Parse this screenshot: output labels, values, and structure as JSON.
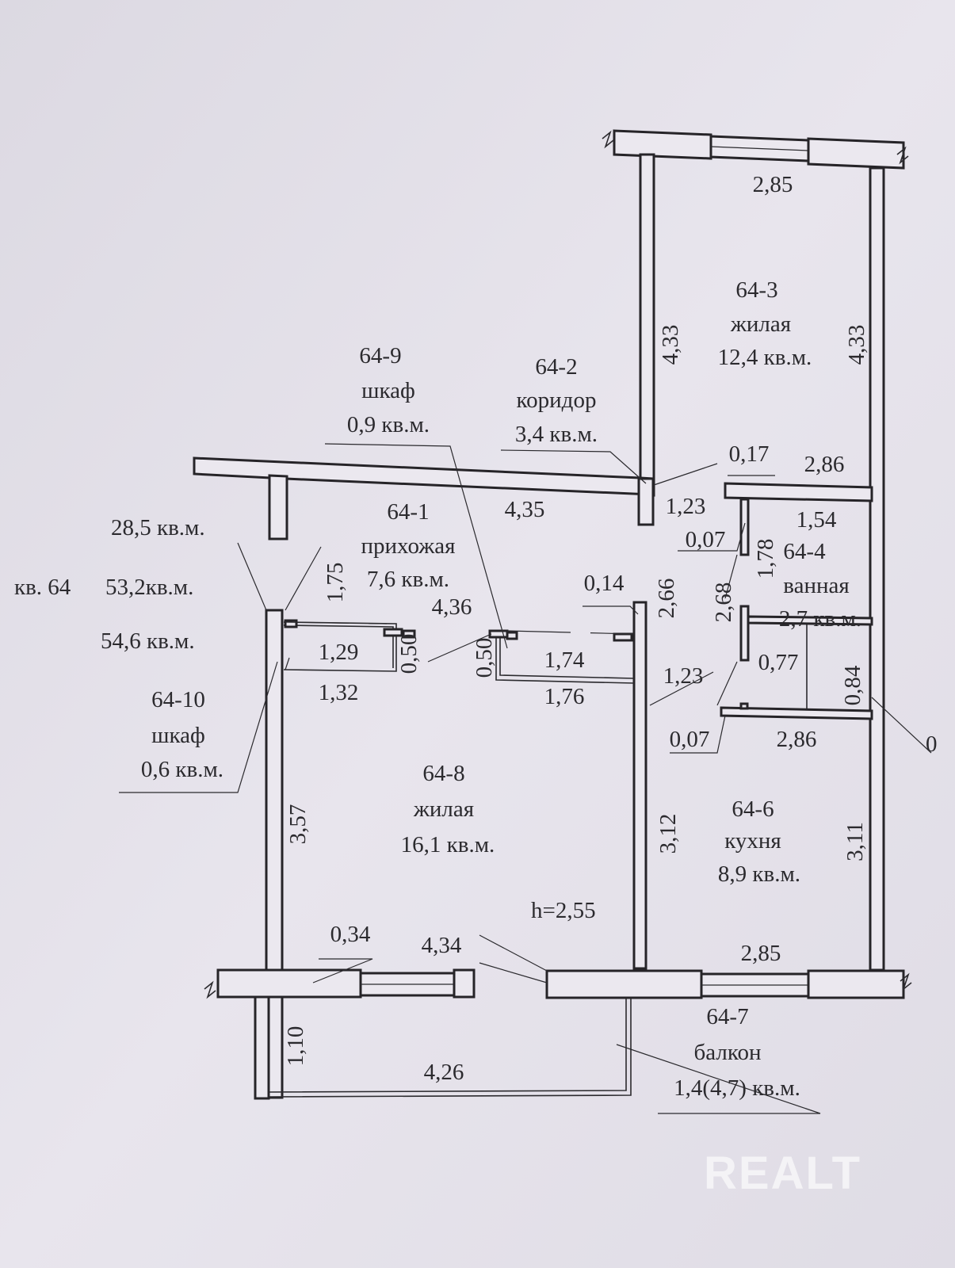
{
  "summary": {
    "apartment": "кв. 64",
    "living_area": "28,5 кв.м.",
    "total_area": "53,2кв.м.",
    "total_with_balcony": "54,6 кв.м."
  },
  "ceiling_height": "h=2,55",
  "rooms": [
    {
      "id": "64-3",
      "name": "жилая",
      "area": "12,4 кв.м."
    },
    {
      "id": "64-9",
      "name": "шкаф",
      "area": "0,9 кв.м."
    },
    {
      "id": "64-2",
      "name": "коридор",
      "area": "3,4 кв.м."
    },
    {
      "id": "64-1",
      "name": "прихожая",
      "area": "7,6 кв.м."
    },
    {
      "id": "64-4",
      "name": "ванная",
      "area": "2,7 кв.м."
    },
    {
      "id": "64-10",
      "name": "шкаф",
      "area": "0,6 кв.м."
    },
    {
      "id": "64-8",
      "name": "жилая",
      "area": "16,1 кв.м."
    },
    {
      "id": "64-6",
      "name": "кухня",
      "area": "8,9 кв.м."
    },
    {
      "id": "64-7",
      "name": "балкон",
      "area": "1,4(4,7) кв.м."
    }
  ],
  "dimensions": [
    "2,85",
    "4,33",
    "4,33",
    "0,17",
    "2,86",
    "4,35",
    "1,23",
    "1,54",
    "0,07",
    "1,78",
    "1,75",
    "4,36",
    "0,14",
    "2,66",
    "2,68",
    "1,29",
    "0,50",
    "0,50",
    "1,74",
    "0,77",
    "0,84",
    "1,32",
    "1,76",
    "1,23",
    "0,07",
    "2,86",
    "3,57",
    "3,12",
    "3,11",
    "0,34",
    "4,34",
    "2,85",
    "1,10",
    "4,26",
    "0"
  ],
  "watermark": "REALT",
  "colors": {
    "paper": "#e4e1ea",
    "ink": "#262428"
  }
}
